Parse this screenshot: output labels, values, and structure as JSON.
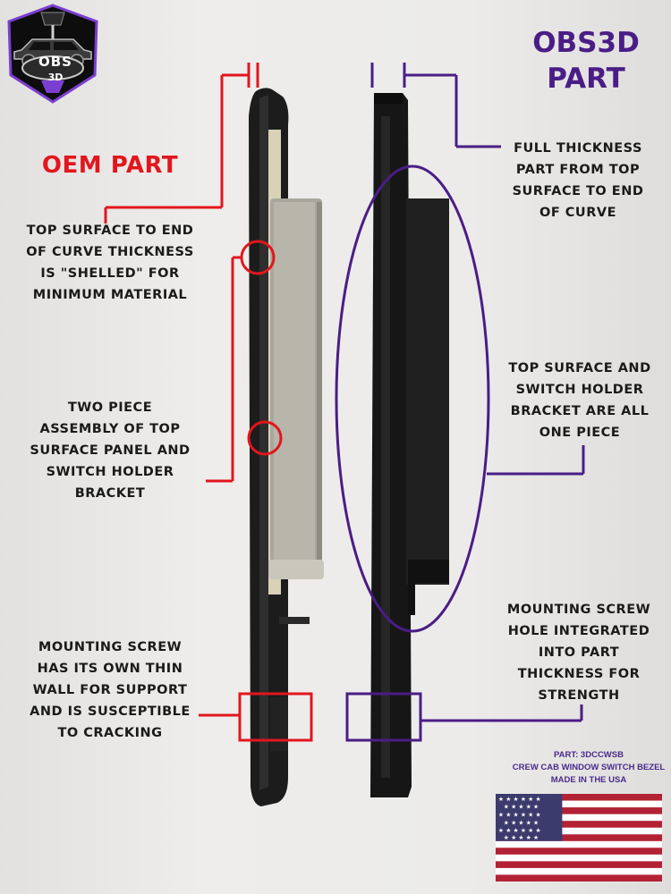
{
  "logo": {
    "text": "OBS",
    "sub": "3D",
    "icon": "truck-crest-logo"
  },
  "titles": {
    "obs3d_line1": "OBS3D",
    "obs3d_line2": "PART",
    "oem": "OEM PART"
  },
  "colors": {
    "oem_accent": "#e2161d",
    "obs3d_accent": "#4a1d86",
    "part_info": "#4a2a8c"
  },
  "oem_callouts": {
    "shelled": [
      "TOP SURFACE TO END",
      "OF CURVE THICKNESS",
      "IS \"SHELLED\" FOR",
      "MINIMUM MATERIAL"
    ],
    "two_piece": [
      "TWO PIECE",
      "ASSEMBLY OF TOP",
      "SURFACE PANEL AND",
      "SWITCH HOLDER",
      "BRACKET"
    ],
    "screw": [
      "MOUNTING SCREW",
      "HAS ITS OWN THIN",
      "WALL FOR SUPPORT",
      "AND IS SUSCEPTIBLE",
      "TO CRACKING"
    ]
  },
  "obs3d_callouts": {
    "full_thickness": [
      "FULL THICKNESS",
      "PART FROM TOP",
      "SURFACE TO END",
      "OF CURVE"
    ],
    "one_piece": [
      "TOP SURFACE AND",
      "SWITCH HOLDER",
      "BRACKET ARE ALL",
      "ONE PIECE"
    ],
    "screw": [
      "MOUNTING SCREW",
      "HOLE INTEGRATED",
      "INTO PART",
      "THICKNESS FOR",
      "STRENGTH"
    ]
  },
  "part_info": {
    "part": "PART: 3DCCWSB",
    "name": "CREW CAB WINDOW SWITCH BEZEL",
    "origin": "MADE IN THE USA"
  },
  "flag": "us-flag"
}
